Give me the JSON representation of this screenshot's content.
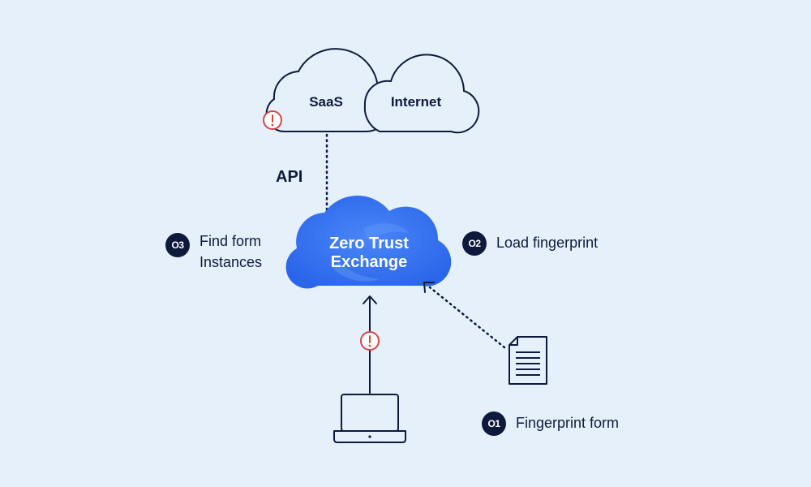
{
  "colors": {
    "background": "#e6f0fb",
    "ink": "#0e1a3b",
    "brand_blue": "#2d6ff2",
    "alert_red": "#d64545"
  },
  "clouds": {
    "saas": "SaaS",
    "internet": "Internet"
  },
  "connection_label": "API",
  "hub": {
    "line1": "Zero Trust",
    "line2": "Exchange"
  },
  "steps": [
    {
      "number": "O1",
      "label": "Fingerprint form"
    },
    {
      "number": "O2",
      "label": "Load fingerprint"
    },
    {
      "number": "O3",
      "label_line1": "Find form",
      "label_line2": "Instances"
    }
  ],
  "icons": {
    "alert": "alert-icon",
    "document": "document-icon",
    "laptop": "laptop-icon"
  }
}
